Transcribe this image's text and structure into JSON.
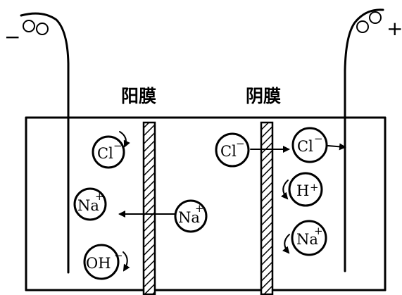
{
  "labels": {
    "anion_membrane": "阳膜",
    "cation_membrane": "阴膜",
    "negative_pole": "−",
    "positive_pole": "+"
  },
  "ions": {
    "cl_left": {
      "symbol": "Cl",
      "charge": "−"
    },
    "na_left": {
      "symbol": "Na",
      "charge": "+"
    },
    "oh_left": {
      "symbol": "OH",
      "charge": "−"
    },
    "na_middle": {
      "symbol": "Na",
      "charge": "+"
    },
    "cl_middle": {
      "symbol": "Cl",
      "charge": "−"
    },
    "cl_right": {
      "symbol": "Cl",
      "charge": "−"
    },
    "h_right": {
      "symbol": "H",
      "charge": "+"
    },
    "na_right": {
      "symbol": "Na",
      "charge": "+"
    }
  }
}
